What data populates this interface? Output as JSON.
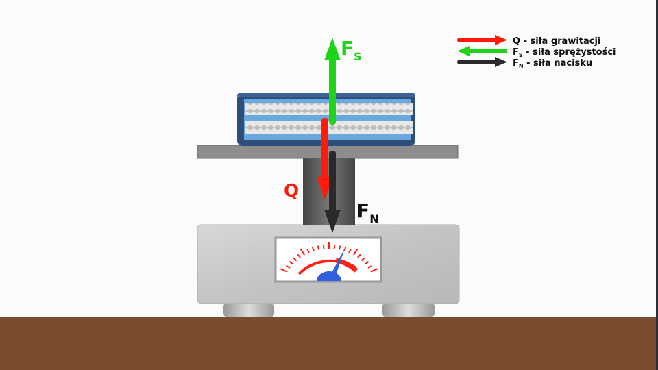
{
  "labels": {
    "fs_main": "F",
    "fs_sub": "S",
    "q": "Q",
    "fn_main": "F",
    "fn_sub": "N"
  },
  "legend": [
    {
      "color": "#ff1a0a",
      "direction": "right",
      "main": "Q",
      "sub": "",
      "text": " - siła grawitacji"
    },
    {
      "color": "#1ed31a",
      "direction": "left",
      "main": "F",
      "sub": "S",
      "text": " - siła sprężystości"
    },
    {
      "color": "#2a2a2a",
      "direction": "right",
      "main": "F",
      "sub": "N",
      "text": " - siła nacisku"
    }
  ],
  "colors": {
    "red": "#ff1a0a",
    "green": "#1ed31a",
    "black": "#2a2a2a",
    "ground": "#7a4e2d",
    "book": "#2d4f7a"
  }
}
